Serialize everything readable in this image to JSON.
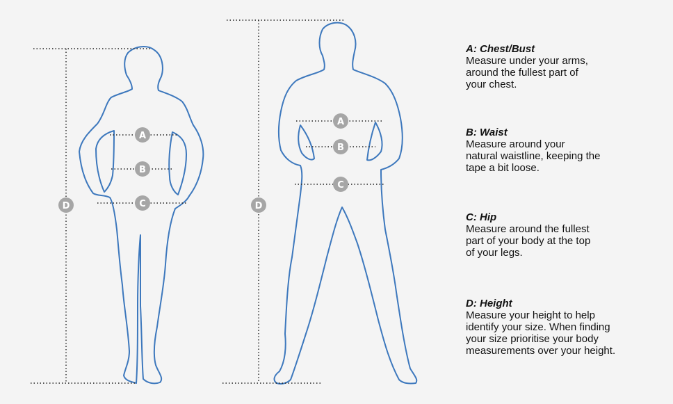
{
  "badges": {
    "a": "A",
    "b": "B",
    "c": "C",
    "d": "D"
  },
  "legend": [
    {
      "title": "A: Chest/Bust",
      "desc": "Measure under your arms,\naround the fullest part of\nyour chest."
    },
    {
      "title": "B: Waist",
      "desc": "Measure around your\nnatural waistline, keeping the\ntape a bit loose."
    },
    {
      "title": "C: Hip",
      "desc": "Measure around the fullest\npart of your body at the top\nof your legs."
    },
    {
      "title": "D: Height",
      "desc": "Measure your height to help\nidentify your size. When finding\nyour size prioritise your body\nmeasurements over your height."
    }
  ],
  "colors": {
    "outline": "#3d78bd",
    "badge": "#a6a6a6",
    "background": "#f4f4f4"
  }
}
